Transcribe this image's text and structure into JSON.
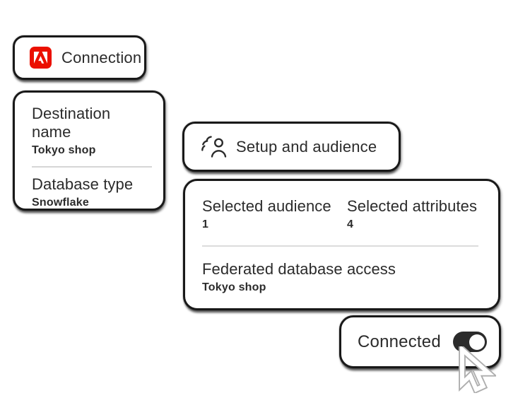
{
  "colors": {
    "background": "#ffffff",
    "card_background": "#ffffff",
    "card_border": "#191919",
    "text": "#2b2b2b",
    "adobe_red": "#eb1000",
    "toggle_on": "#2b2b2b",
    "divider": "#d6d6d6"
  },
  "connection_card": {
    "label": "Connection",
    "icon": "adobe-logo"
  },
  "destination_card": {
    "fields": [
      {
        "label": "Destination name",
        "value": "Tokyo shop"
      },
      {
        "label": "Database type",
        "value": "Snowflake"
      }
    ]
  },
  "setup_card": {
    "label": "Setup and audience",
    "icon": "audience-group"
  },
  "summary_card": {
    "stats": [
      {
        "label": "Selected audience",
        "value": "1"
      },
      {
        "label": "Selected attributes",
        "value": "4"
      }
    ],
    "federated_field": {
      "label": "Federated database access",
      "value": "Tokyo shop"
    }
  },
  "connected_card": {
    "label": "Connected",
    "toggle_state": "on"
  },
  "cursor": {
    "icon": "arrow-pointer"
  }
}
